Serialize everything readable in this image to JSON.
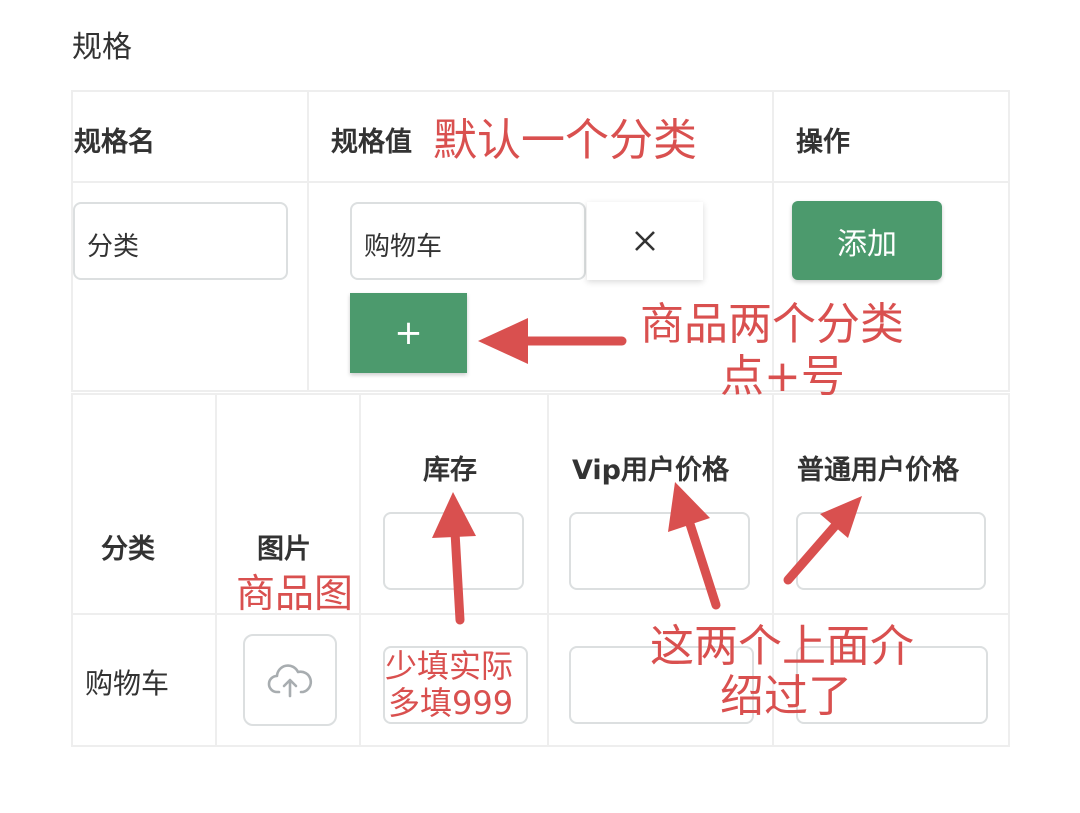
{
  "section": {
    "title": "规格"
  },
  "spec_table": {
    "headers": {
      "name": "规格名",
      "value": "规格值",
      "action": "操作"
    },
    "row": {
      "name_value": "分类",
      "value_value": "购物车",
      "add_label": "添加",
      "plus_label": "+"
    }
  },
  "sku_table": {
    "headers": [
      "分类",
      "图片",
      "库存",
      "Vip用户价格",
      "普通用户价格"
    ],
    "row": {
      "category": "购物车"
    }
  },
  "annotations": {
    "default_one": "默认一个分类",
    "two_categories": "商品两个分类",
    "click_plus": "点+号",
    "product_image": "商品图",
    "stock_less": "少填实际",
    "stock_more": "多填999",
    "intro_line1": "这两个上面介",
    "intro_line2": "绍过了"
  },
  "colors": {
    "accent_green": "#4c9a6d",
    "annotation_red": "#d9504f",
    "border": "#eeeeee"
  },
  "icons": {
    "remove": "close-icon",
    "upload": "cloud-upload-icon"
  }
}
